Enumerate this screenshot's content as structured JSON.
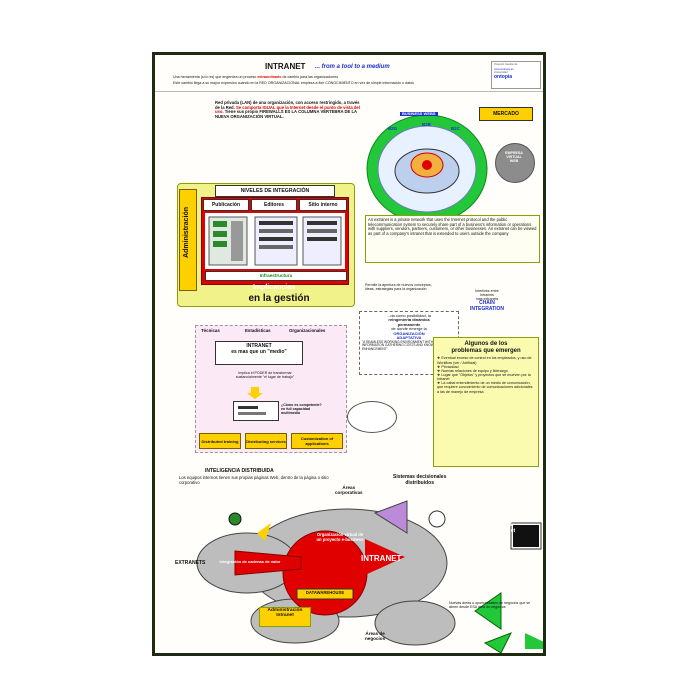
{
  "header": {
    "title": "INTRANET",
    "subtitle": "... from a tool to a medium",
    "line1_a": "Una herramienta (si lo es) que engendra un proceso",
    "line1_b": "extraordinario",
    "line1_c": "de cambio para las organizaciones",
    "line2": "Este cambio llega a su mayor expresión cuando en la RED ORGANIZACIONAL empieza a fluir CONOCIMIENTO en vez de simple información o datos",
    "logo_lines": [
      "Proyecto Gestión de",
      "www.intranets.es",
      "Universidad",
      "ontopia"
    ]
  },
  "lan_text": {
    "a": "Red privada (LAN) de una organización, con acceso restringido, a través de la Red.",
    "b": "Se comporta IGUAL que la Internet desde el punto de vista del uso.",
    "c": "Tiene sus propio FIREWALLS ES LA COLUMNA VERTEBRA DE LA NUEVA ORGANIZACIÓN VIRTUAL."
  },
  "market": {
    "mercado": "MERCADO",
    "business_webs": "BUSINESS WEBS",
    "b2g": "B2G",
    "b2b": "B2B",
    "b2c": "B2C",
    "empresa_virtual": [
      "EMPRESA",
      "VIRTUAL",
      "WEB"
    ]
  },
  "integration": {
    "vertical_label": "Administración",
    "title": "NIVELES DE INTEGRACIÓN",
    "cols": [
      "Publicación",
      "Editores",
      "Sitio interno"
    ],
    "infra": "Infraestructura",
    "implicancias": "Implicancias",
    "gestion": "en la gestión"
  },
  "extranet_text": "An extranet is a private network that uses the Internet protocol and the public telecommunication system to securely share part of a business's information or operations with suppliers, vendors, partners, customers, or other businesses. An extranet can be viewed as part of a company's intranet that is extended to users outside the company",
  "extranet_highlight": "uses the Internet protocol",
  "apertura_text": "Permite la apertura de nuevos conceptos, ideas, estrategias para la organización",
  "chain": {
    "lines": [
      "Interlinks entre",
      "Intranets",
      "mas extranets"
    ],
    "title": [
      "CHAIN",
      "INTEGRATION"
    ]
  },
  "reingenieria": {
    "l1": "...da como posibilidad, la",
    "l2": "reingeniería dinámica",
    "l3": "permanente",
    "l4": "de donde emerge la",
    "l5": "ORGANIZACIÓN",
    "l6": "ADAPTATIVA",
    "l7": "\"A SEAMLESS WORKING ENVIRONMENT WITH OTHER INFORMATION GATHERING COSTS AND KNOWLEDGE ENHANCEMENT\""
  },
  "problems": {
    "title": [
      "Algunos de los",
      "problemas que emergen"
    ],
    "items": [
      "Eventual exceso de control en los empleados, y uso de Workflow (ver / Artificial)",
      "Privacidad",
      "Nuevas relaciones de equipo y liderazgo",
      "Lugar que \"Objetos\" y proyectos que se mueven por la Intranet",
      "La cabal entendimiento de un medio de comunicación, que requiere conocimiento de comunicaciones adicionales a las de manejo de empresa"
    ]
  },
  "medio": {
    "cols": [
      "Técnicas",
      "Estadísticas",
      "Organizacionales"
    ],
    "intranet": "INTRANET",
    "es_medio": "es mas que un \"medio\"",
    "implica": "Implica el PODER de transformar sustancialmente \"el lugar de trabajo\"",
    "competente": "¿Cómo es competente?",
    "multimedia": [
      "en full capacidad",
      "multimedia"
    ],
    "boxes": [
      "Distributed training",
      "Distributing services",
      "Customization of applications"
    ]
  },
  "distributed": {
    "title": "INTELIGENCIA DISTRIBUIDA",
    "desc": "Los equipos internos tienen sus propias páginas Web, dentro de la página o sitio corporativo",
    "areas_corp": [
      "Áreas",
      "corporativas"
    ],
    "sistemas": [
      "Sistemas decisionales",
      "distribuidos"
    ],
    "org_virtual": [
      "Organización virtual de",
      "un proyecto e-business"
    ],
    "extranets": "EXTRANETS",
    "cadenas": "Integración de cadenas de valor",
    "intranet": "INTRANET",
    "datawarehouse": "DATAWAREHOUSE",
    "admin_intranet": [
      "Administración",
      "Intranet"
    ],
    "areas_negocios": [
      "Áreas de",
      "negocios"
    ],
    "web_internet": [
      "WEB",
      "Internet"
    ],
    "nuevas_areas": "Nuevas áreas u oportunidades de negocios que se abren desde ESA área de negocios"
  },
  "colors": {
    "frame": "#1f2a14",
    "red": "#e10000",
    "blue": "#1b2fd1",
    "green": "#22c83a",
    "yellow": "#ffd000"
  }
}
